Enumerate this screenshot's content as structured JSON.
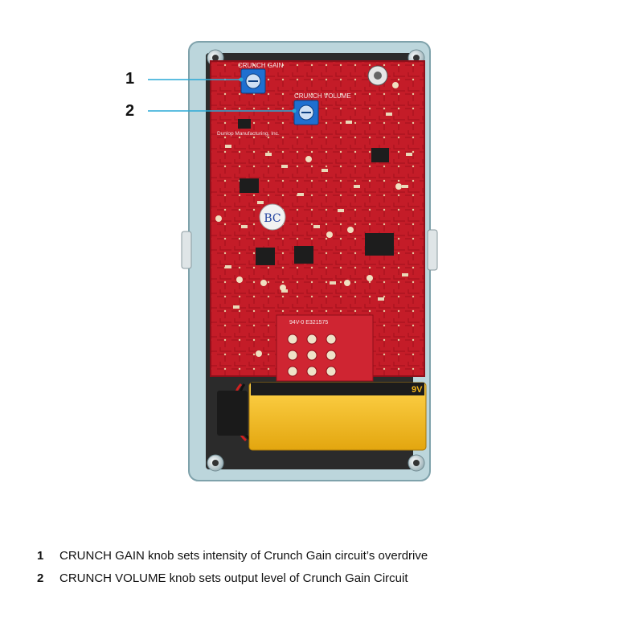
{
  "callouts": [
    {
      "number": "1",
      "text": "CRUNCH GAIN knob sets intensity of Crunch Gain circuit’s overdrive"
    },
    {
      "number": "2",
      "text": "CRUNCH VOLUME knob sets output level of Crunch Gain Circuit"
    }
  ],
  "board_labels": {
    "crunch_gain": "CRUNCH GAIN",
    "crunch_volume": "CRUNCH VOLUME",
    "maker": "Dunlop Manufacturing, Inc.",
    "handwritten": "BC",
    "daughterboard": "94V-0 E321575",
    "battery": "9V"
  },
  "colors": {
    "enclosure": "#bcd6dc",
    "enclosure_edge": "#7fa2ab",
    "cavity": "#2b2b2b",
    "pcb": "#c91d2a",
    "pcb_dark": "#8f0f1a",
    "trimpot": "#1f6fd0",
    "battery": "#f3b71a",
    "leader_line": "#29a9d6"
  }
}
